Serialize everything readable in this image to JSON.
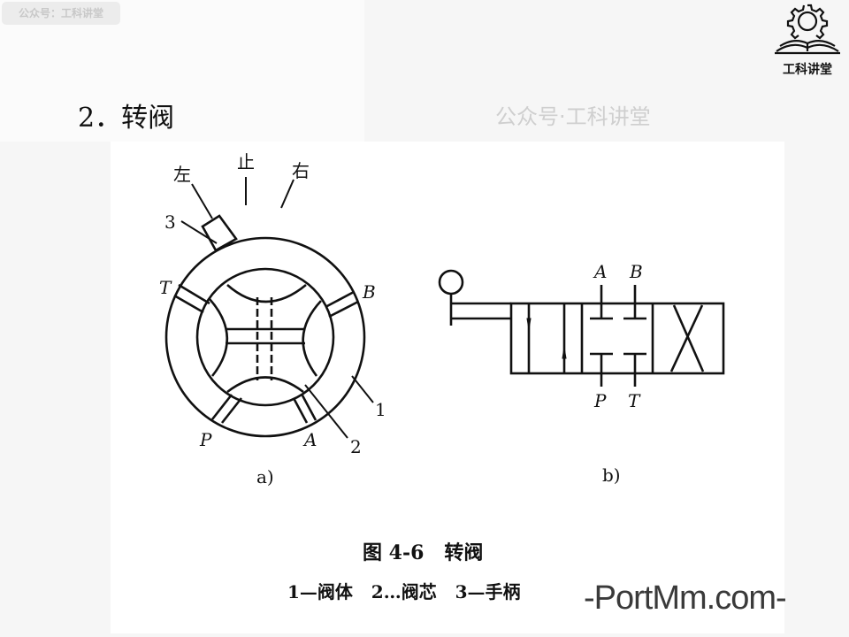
{
  "watermark_badge": "公众号：工科讲堂",
  "logo": {
    "icon": "gear-book-icon",
    "text": "工科讲堂"
  },
  "slide_title": "2．转阀",
  "figure": {
    "a": {
      "label": "a)",
      "positions": {
        "left": "左",
        "stop": "止",
        "right": "右"
      },
      "ports": {
        "T": "T",
        "B": "B",
        "P": "P",
        "A": "A"
      },
      "callouts": {
        "c1": "1",
        "c2": "2",
        "c3": "3"
      }
    },
    "b": {
      "label": "b)",
      "ports": {
        "A": "A",
        "B": "B",
        "P": "P",
        "T": "T"
      }
    },
    "caption": "图 4-6   转阀",
    "legend": "1—阀体   2…阀芯   3—手柄"
  },
  "overlay_watermark": "-PortMm.com-",
  "faint_watermark": "公众号·工科讲堂"
}
